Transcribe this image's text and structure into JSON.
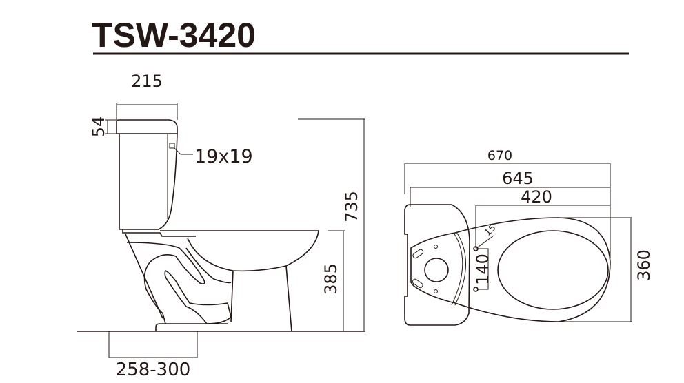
{
  "title": "TSW-3420",
  "side_view": {
    "tank_width": "215",
    "lid_height": "54",
    "button_size": "19x19",
    "total_height": "735",
    "seat_height": "385",
    "rough_in": "258-300"
  },
  "top_view": {
    "overall_length": "670",
    "bowl_length": "645",
    "hole_to_front": "420",
    "bowl_width": "360",
    "hole_spacing": "140",
    "hole_diameter": "15"
  },
  "colors": {
    "line": "#231815",
    "background": "#ffffff"
  }
}
